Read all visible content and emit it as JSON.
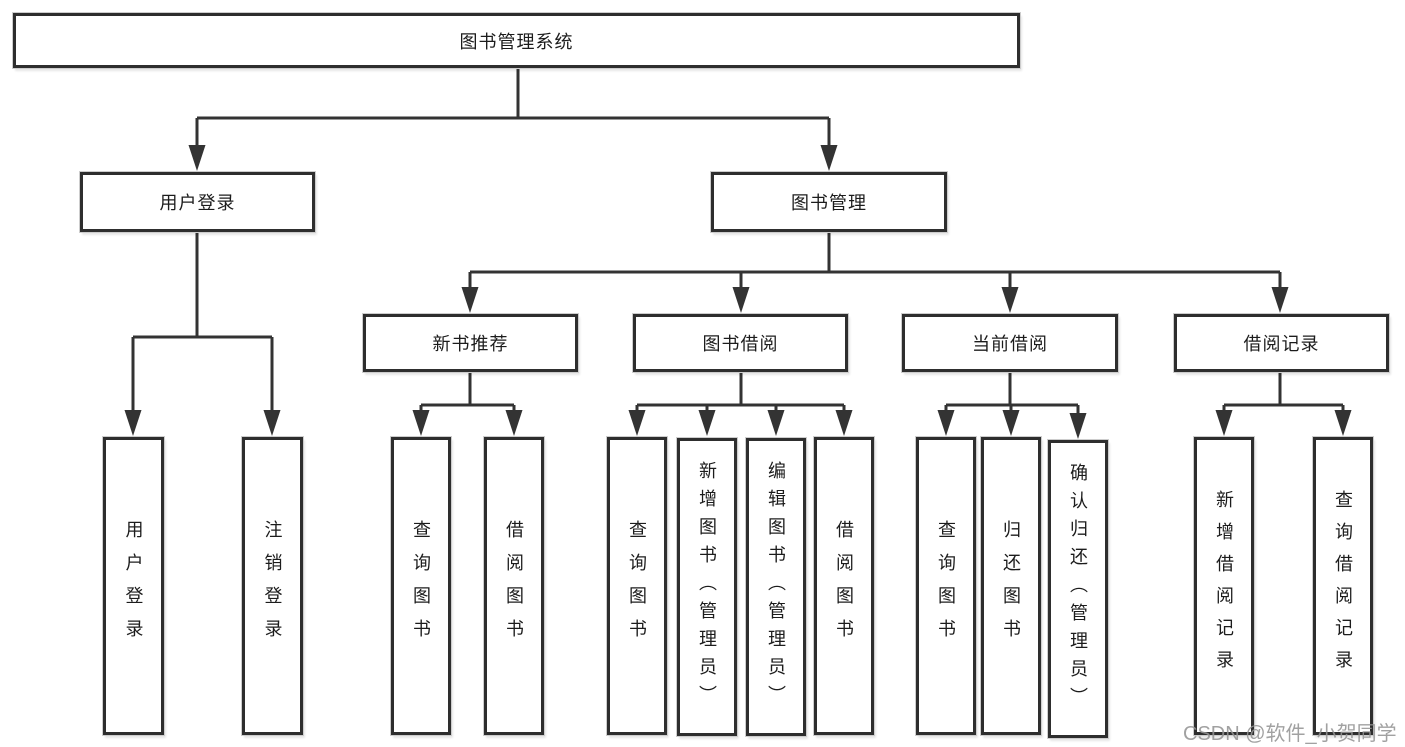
{
  "diagram_type": "hierarchy-flowchart",
  "colors": {
    "background": "#ffffff",
    "line": "#333333",
    "box_border": "#2e2e2e",
    "text": "#1c1c1c",
    "watermark": "#949494"
  },
  "tree": {
    "label": "图书管理系统",
    "children": [
      {
        "label": "用户登录",
        "children": [
          {
            "label": "用户登录"
          },
          {
            "label": "注销登录"
          }
        ]
      },
      {
        "label": "图书管理",
        "children": [
          {
            "label": "新书推荐",
            "children": [
              {
                "label": "查询图书"
              },
              {
                "label": "借阅图书"
              }
            ]
          },
          {
            "label": "图书借阅",
            "children": [
              {
                "label": "查询图书"
              },
              {
                "label": "新增图书（管理员）"
              },
              {
                "label": "编辑图书（管理员）"
              },
              {
                "label": "借阅图书"
              }
            ]
          },
          {
            "label": "当前借阅",
            "children": [
              {
                "label": "查询图书"
              },
              {
                "label": "归还图书"
              },
              {
                "label": "确认归还（管理员）"
              }
            ]
          },
          {
            "label": "借阅记录",
            "children": [
              {
                "label": "新增借阅记录"
              },
              {
                "label": "查询借阅记录"
              }
            ]
          }
        ]
      }
    ]
  },
  "watermark": "CSDN @软件_小贺同学"
}
